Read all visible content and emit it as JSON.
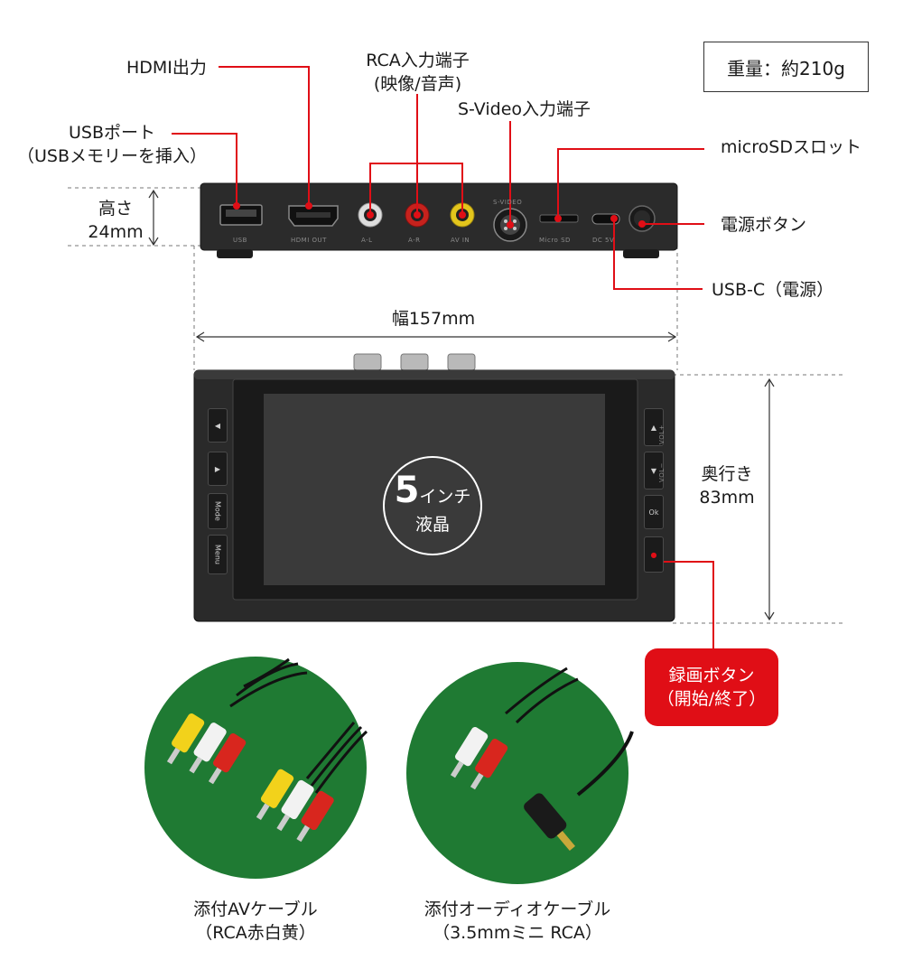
{
  "weight_label": "重量：約210g",
  "callouts": {
    "hdmi_out": "HDMI出力",
    "rca_input_line1": "RCA入力端子",
    "rca_input_line2": "(映像/音声)",
    "svideo_input": "S-Video入力端子",
    "usb_port_line1": "USBポート",
    "usb_port_line2": "（USBメモリーを挿入）",
    "microsd_slot": "microSDスロット",
    "power_button": "電源ボタン",
    "usbc_power": "USB-C（電源）",
    "record_button_line1": "録画ボタン",
    "record_button_line2": "（開始/終了）"
  },
  "dimensions": {
    "height_label": "高さ",
    "height_value": "24mm",
    "width_label": "幅157mm",
    "depth_label": "奥行き",
    "depth_value": "83mm"
  },
  "port_labels": [
    "USB",
    "HDMI OUT",
    "A-L",
    "A-R",
    "AV IN",
    "S-VIDEO",
    "Micro SD",
    "DC 5V"
  ],
  "screen": {
    "size_number": "5",
    "size_unit": "インチ",
    "type": "液晶"
  },
  "panel_buttons_left": [
    "◀",
    "▶",
    "Mode",
    "Menu"
  ],
  "panel_buttons_right": [
    "▲",
    "▼",
    "Ok",
    "●"
  ],
  "volume_labels": {
    "up": "VOL+",
    "down": "VOL−"
  },
  "accessories": [
    {
      "line1": "添付AVケーブル",
      "line2": "（RCA赤白黄）"
    },
    {
      "line1": "添付オーディオケーブル",
      "line2": "（3.5mmミニ RCA）"
    }
  ],
  "colors": {
    "accent_red": "#e00e16",
    "device_body": "#2b2b2b",
    "accessory_bg": "#1f7a33",
    "rca_red": "#d8261e",
    "rca_white": "#f2f2f2",
    "rca_yellow": "#f2d21b"
  }
}
